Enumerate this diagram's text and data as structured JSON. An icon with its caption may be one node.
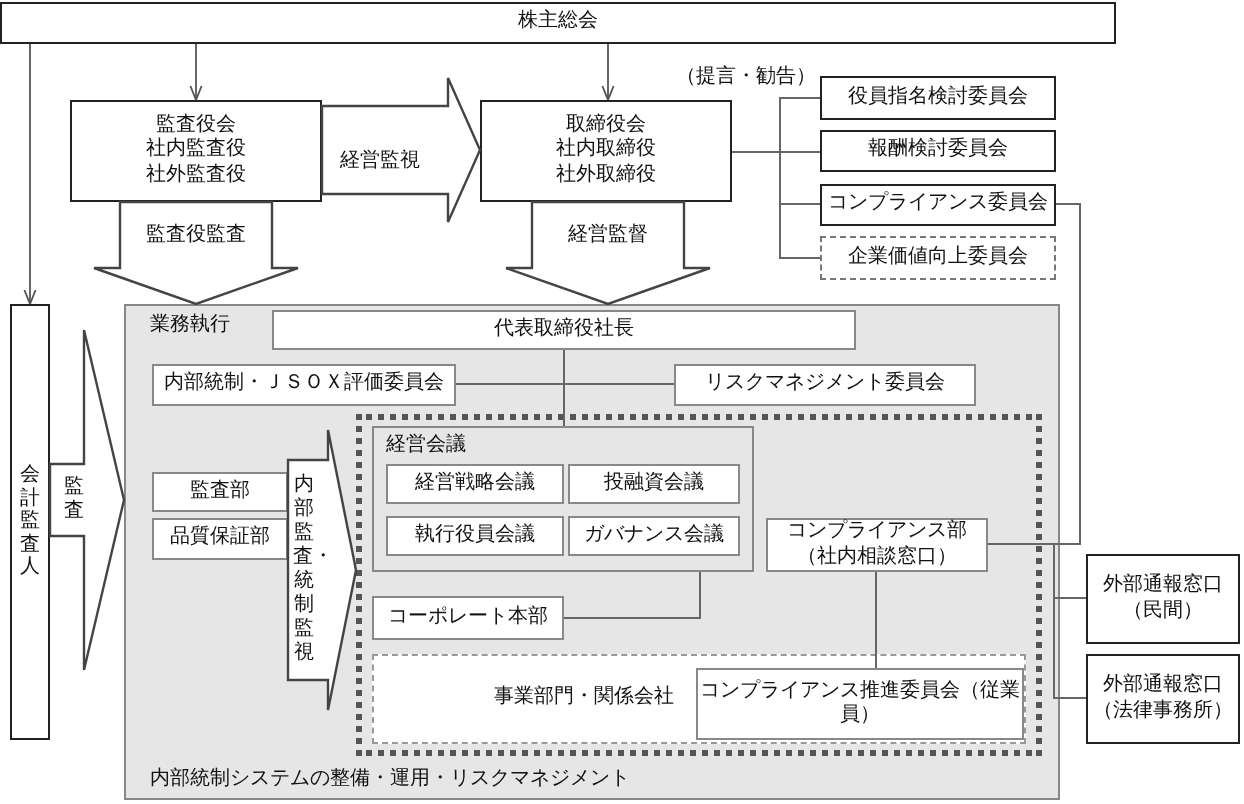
{
  "diagram": {
    "nodes": [
      {
        "text": [
          "株主総会"
        ]
      },
      {
        "text": [
          "監査役会",
          "社内監査役",
          "社外監査役"
        ]
      },
      {
        "text": [
          "取締役会",
          "社内取締役",
          "社外取締役"
        ]
      },
      {
        "text": [
          "役員指名検討委員会"
        ]
      },
      {
        "text": [
          "報酬検討委員会"
        ]
      },
      {
        "text": [
          "コンプライアンス委員会"
        ]
      },
      {
        "text": [
          "企業価値向上委員会"
        ]
      },
      {
        "text": [
          "会計監査人"
        ]
      },
      {
        "text": [
          "業務執行",
          "内部統制システムの整備・運用・リスクマネジメント"
        ]
      },
      {
        "text": [
          "代表取締役社長"
        ],
        "in": 8
      },
      {
        "text": [
          "内部統制・ＪＳＯＸ評価委員会"
        ],
        "in": 8
      },
      {
        "text": [
          "リスクマネジメント委員会"
        ],
        "in": 8
      },
      {
        "text": [
          "監査部"
        ],
        "in": 8
      },
      {
        "text": [
          "品質保証部"
        ],
        "in": 8
      },
      {
        "text": [],
        "shape": "box",
        "in": 8
      },
      {
        "text": [
          "経営会議"
        ],
        "in": 14
      },
      {
        "text": [
          "経営戦略会議"
        ],
        "in": 15
      },
      {
        "text": [
          "投融資会議"
        ],
        "in": 15
      },
      {
        "text": [
          "執行役員会議"
        ],
        "in": 15
      },
      {
        "text": [
          "ガバナンス会議"
        ],
        "in": 15
      },
      {
        "text": [
          "コンプライアンス部（社内相談窓口）"
        ],
        "in": 14
      },
      {
        "text": [
          "コーポレート本部"
        ],
        "in": 14
      },
      {
        "text": [
          "事業部門・関係会社"
        ],
        "in": 14
      },
      {
        "text": [
          "コンプライアンス推進委員会（従業員）"
        ],
        "in": 22
      },
      {
        "text": [
          "外部通報窓口（民間）"
        ]
      },
      {
        "text": [
          "外部通報窓口（法律事務所）"
        ]
      }
    ],
    "edges": [
      {
        "from": 0,
        "to": 1,
        "arrow": "to"
      },
      {
        "from": 0,
        "to": 2,
        "arrow": "to"
      },
      {
        "from": 0,
        "to": 7,
        "arrow": "to"
      },
      {
        "from": 1,
        "to": 2,
        "arrow": "to",
        "label": "経営監視",
        "style": "thick"
      },
      {
        "from": 2,
        "to": 3,
        "arrow": "none"
      },
      {
        "from": 2,
        "to": 4,
        "arrow": "none"
      },
      {
        "from": 2,
        "to": 5,
        "arrow": "none"
      },
      {
        "from": 2,
        "to": 6,
        "arrow": "none"
      },
      {
        "from": 1,
        "to": 8,
        "arrow": "to",
        "label": "監査役監査",
        "style": "thick"
      },
      {
        "from": 2,
        "to": 8,
        "arrow": "to",
        "label": "経営監督",
        "style": "thick"
      },
      {
        "from": 7,
        "to": 8,
        "arrow": "to",
        "label": "監査",
        "style": "thick"
      },
      {
        "from": 9,
        "to": 10,
        "arrow": "none"
      },
      {
        "from": 9,
        "to": 11,
        "arrow": "none"
      },
      {
        "from": 9,
        "to": 15,
        "arrow": "none"
      },
      {
        "from": 12,
        "to": 14,
        "arrow": "to",
        "label": "内部監査・統制監視",
        "style": "thick"
      },
      {
        "from": 15,
        "to": 21,
        "arrow": "none"
      },
      {
        "from": 5,
        "to": 20,
        "arrow": "none"
      },
      {
        "from": 20,
        "to": 23,
        "arrow": "none"
      },
      {
        "from": 20,
        "to": 24,
        "arrow": "none"
      },
      {
        "from": 20,
        "to": 25,
        "arrow": "none"
      }
    ],
    "labels": [
      "（提言・勧告）"
    ]
  }
}
